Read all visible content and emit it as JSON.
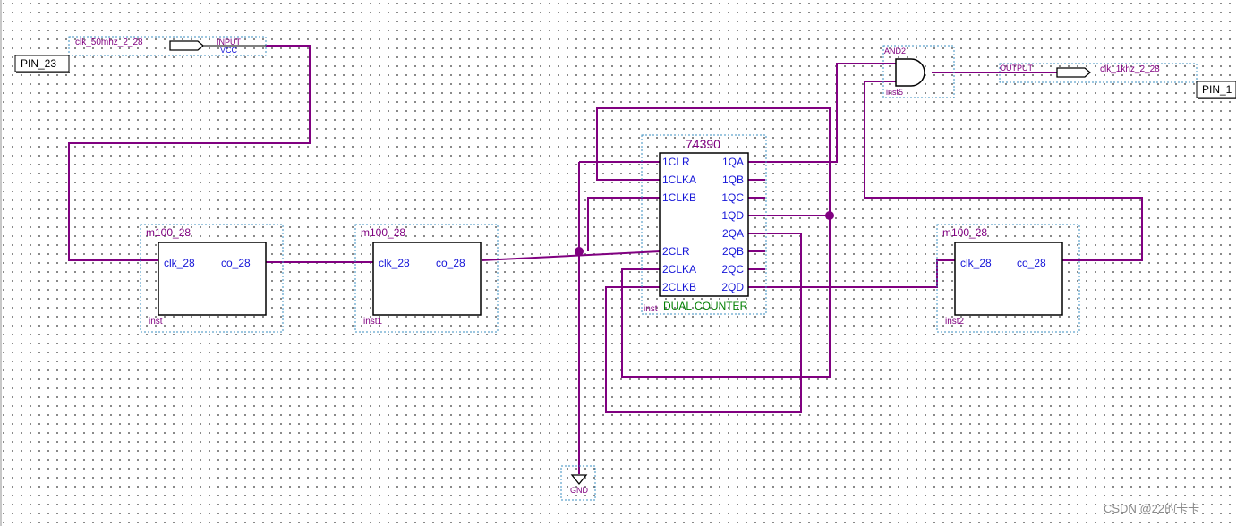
{
  "input_pin": {
    "name": "clk_50mhz_2_28",
    "type": "INPUT",
    "default": "VCC",
    "location": "PIN_23"
  },
  "output_pin": {
    "name": "clk_1khz_2_28",
    "type": "OUTPUT",
    "location": "PIN_1"
  },
  "and_gate": {
    "type": "AND2",
    "instance": "inst5"
  },
  "counter": {
    "title": "74390",
    "subtitle": "DUAL COUNTER",
    "instance": "inst",
    "left_ports": [
      "1CLR",
      "1CLKA",
      "1CLKB",
      "2CLR",
      "2CLKA",
      "2CLKB"
    ],
    "right_ports": [
      "1QA",
      "1QB",
      "1QC",
      "1QD",
      "2QA",
      "2QB",
      "2QC",
      "2QD"
    ]
  },
  "modules": [
    {
      "type": "m100_28",
      "instance": "inst",
      "in_port": "clk_28",
      "out_port": "co_28"
    },
    {
      "type": "m100_28",
      "instance": "inst1",
      "in_port": "clk_28",
      "out_port": "co_28"
    },
    {
      "type": "m100_28",
      "instance": "inst2",
      "in_port": "clk_28",
      "out_port": "co_28"
    }
  ],
  "gnd": {
    "label": "GND"
  },
  "watermark": "CSDN @22的卡卡"
}
